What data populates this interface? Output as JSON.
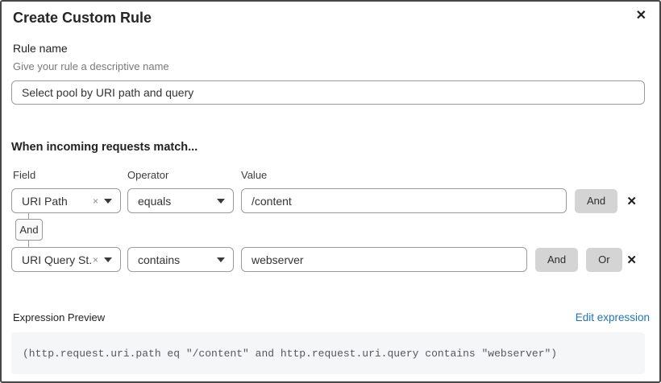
{
  "dialog": {
    "title": "Create Custom Rule",
    "close_icon": "✕"
  },
  "rule_name": {
    "label": "Rule name",
    "help": "Give your rule a descriptive name",
    "value": "Select pool by URI path and query"
  },
  "matcher": {
    "heading": "When incoming requests match...",
    "column_headers": {
      "field": "Field",
      "operator": "Operator",
      "value": "Value"
    },
    "conditions": [
      {
        "field": "URI Path",
        "operator": "equals",
        "value": "/content",
        "and_label": "And",
        "delete_icon": "✕"
      },
      {
        "field": "URI Query St...",
        "operator": "contains",
        "value": "webserver",
        "and_label": "And",
        "or_label": "Or",
        "delete_icon": "✕"
      }
    ],
    "between_connector": "And",
    "clear_icon": "×"
  },
  "expression": {
    "label": "Expression Preview",
    "edit_link": "Edit expression",
    "code": "(http.request.uri.path eq \"/content\" and http.request.uri.query contains \"webserver\")"
  },
  "colors": {
    "link_blue": "#1f74b8",
    "button_gray": "#d4d4d4",
    "border_gray": "#9a9a9a",
    "code_bg": "#f5f6f7"
  }
}
